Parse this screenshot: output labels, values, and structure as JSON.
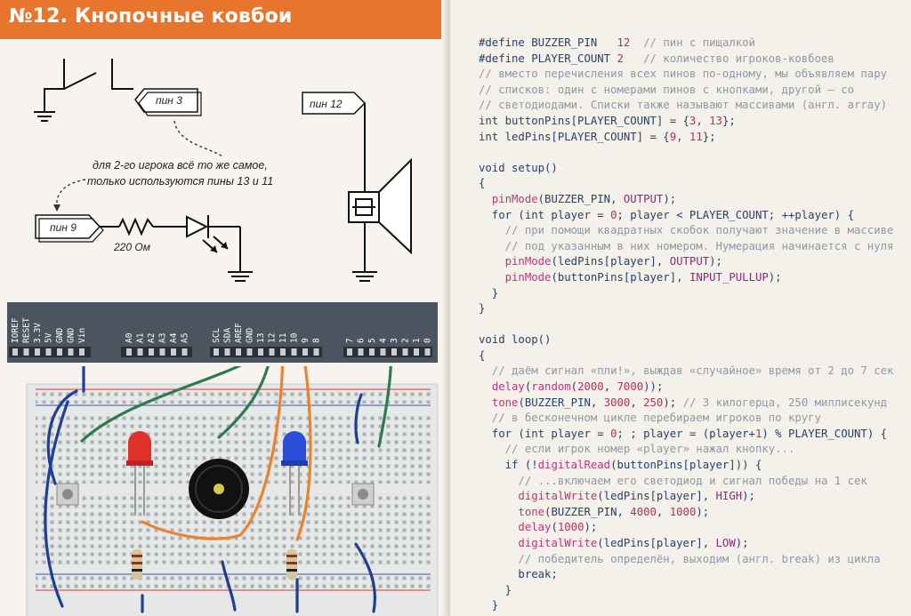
{
  "header": {
    "title": "№12. Кнопочные ковбои"
  },
  "schematic": {
    "pin3_label": "пин 3",
    "pin12_label": "пин 12",
    "pin9_label": "пин 9",
    "resistor_label": "220 Ом",
    "note_line1": "для 2-го игрока всё то же самое,",
    "note_line2": "только используются пины 13 и 11"
  },
  "arduino": {
    "power_pins": [
      "IOREF",
      "RESET",
      "3.3V",
      "5V",
      "GND",
      "GND",
      "Vin"
    ],
    "analog_pins": [
      "A0",
      "A1",
      "A2",
      "A3",
      "A4",
      "A5"
    ],
    "top_pins": [
      "SCL",
      "SDA",
      "AREF",
      "GND",
      "13",
      "12",
      "11",
      "10",
      "9",
      "8"
    ],
    "digital_pins": [
      "7",
      "6",
      "5",
      "4",
      "3",
      "2",
      "1",
      "0"
    ]
  },
  "code_lines": [
    [
      {
        "t": "#define BUZZER_PIN   ",
        "c": "kw"
      },
      {
        "t": "12",
        "c": "num"
      },
      {
        "t": "  // пин с пищалкой",
        "c": "cm"
      }
    ],
    [
      {
        "t": "#define PLAYER_COUNT ",
        "c": "kw"
      },
      {
        "t": "2",
        "c": "num"
      },
      {
        "t": "   // количество игроков-ковбоев",
        "c": "cm"
      }
    ],
    [
      {
        "t": "// вместо перечисления всех пинов по-одному, мы объявляем пару",
        "c": "cm"
      }
    ],
    [
      {
        "t": "// списков: один с номерами пинов с кнопками, другой — со",
        "c": "cm"
      }
    ],
    [
      {
        "t": "// светодиодами. Списки также называют массивами (англ. array)",
        "c": "cm"
      }
    ],
    [
      {
        "t": "int buttonPins[PLAYER_COUNT] = {",
        "c": "kw"
      },
      {
        "t": "3",
        "c": "num"
      },
      {
        "t": ", ",
        "c": "kw"
      },
      {
        "t": "13",
        "c": "num"
      },
      {
        "t": "};",
        "c": "kw"
      }
    ],
    [
      {
        "t": "int ledPins[PLAYER_COUNT] = {",
        "c": "kw"
      },
      {
        "t": "9",
        "c": "num"
      },
      {
        "t": ", ",
        "c": "kw"
      },
      {
        "t": "11",
        "c": "num"
      },
      {
        "t": "};",
        "c": "kw"
      }
    ],
    [],
    [
      {
        "t": "void setup()",
        "c": "kw"
      }
    ],
    [
      {
        "t": "{",
        "c": "kw"
      }
    ],
    [
      {
        "t": "  ",
        "c": "kw"
      },
      {
        "t": "pinMode",
        "c": "fn"
      },
      {
        "t": "(BUZZER_PIN, ",
        "c": "kw"
      },
      {
        "t": "OUTPUT",
        "c": "const"
      },
      {
        "t": ");",
        "c": "kw"
      }
    ],
    [
      {
        "t": "  for (int player = ",
        "c": "kw"
      },
      {
        "t": "0",
        "c": "num"
      },
      {
        "t": "; player < PLAYER_COUNT; ++player) {",
        "c": "kw"
      }
    ],
    [
      {
        "t": "    // при помощи квадратных скобок получают значение в массиве",
        "c": "cm"
      }
    ],
    [
      {
        "t": "    // под указанным в них номером. Нумерация начинается с нуля",
        "c": "cm"
      }
    ],
    [
      {
        "t": "    ",
        "c": "kw"
      },
      {
        "t": "pinMode",
        "c": "fn"
      },
      {
        "t": "(ledPins[player], ",
        "c": "kw"
      },
      {
        "t": "OUTPUT",
        "c": "const"
      },
      {
        "t": ");",
        "c": "kw"
      }
    ],
    [
      {
        "t": "    ",
        "c": "kw"
      },
      {
        "t": "pinMode",
        "c": "fn"
      },
      {
        "t": "(buttonPins[player], ",
        "c": "kw"
      },
      {
        "t": "INPUT_PULLUP",
        "c": "const"
      },
      {
        "t": ");",
        "c": "kw"
      }
    ],
    [
      {
        "t": "  }",
        "c": "kw"
      }
    ],
    [
      {
        "t": "}",
        "c": "kw"
      }
    ],
    [],
    [
      {
        "t": "void loop()",
        "c": "kw"
      }
    ],
    [
      {
        "t": "{",
        "c": "kw"
      }
    ],
    [
      {
        "t": "  // даём сигнал «пли!», выждав «случайное» время от 2 до 7 сек",
        "c": "cm"
      }
    ],
    [
      {
        "t": "  ",
        "c": "kw"
      },
      {
        "t": "delay",
        "c": "fn"
      },
      {
        "t": "(",
        "c": "kw"
      },
      {
        "t": "random",
        "c": "fn"
      },
      {
        "t": "(",
        "c": "kw"
      },
      {
        "t": "2000",
        "c": "num"
      },
      {
        "t": ", ",
        "c": "kw"
      },
      {
        "t": "7000",
        "c": "num"
      },
      {
        "t": "));",
        "c": "kw"
      }
    ],
    [
      {
        "t": "  ",
        "c": "kw"
      },
      {
        "t": "tone",
        "c": "fn"
      },
      {
        "t": "(BUZZER_PIN, ",
        "c": "kw"
      },
      {
        "t": "3000",
        "c": "num"
      },
      {
        "t": ", ",
        "c": "kw"
      },
      {
        "t": "250",
        "c": "num"
      },
      {
        "t": "); ",
        "c": "kw"
      },
      {
        "t": "// 3 килогерца, 250 миллисекунд",
        "c": "cm"
      }
    ],
    [
      {
        "t": "  // в бесконечном цикле перебираем игроков по кругу",
        "c": "cm"
      }
    ],
    [
      {
        "t": "  for (int player = ",
        "c": "kw"
      },
      {
        "t": "0",
        "c": "num"
      },
      {
        "t": "; ; player = (player+",
        "c": "kw"
      },
      {
        "t": "1",
        "c": "num"
      },
      {
        "t": ") % PLAYER_COUNT) {",
        "c": "kw"
      }
    ],
    [
      {
        "t": "    // если игрок номер «player» нажал кнопку...",
        "c": "cm"
      }
    ],
    [
      {
        "t": "    if (!",
        "c": "kw"
      },
      {
        "t": "digitalRead",
        "c": "fn"
      },
      {
        "t": "(buttonPins[player])) {",
        "c": "kw"
      }
    ],
    [
      {
        "t": "      // ...включаем его светодиод и сигнал победы на 1 сек",
        "c": "cm"
      }
    ],
    [
      {
        "t": "      ",
        "c": "kw"
      },
      {
        "t": "digitalWrite",
        "c": "fn"
      },
      {
        "t": "(ledPins[player], ",
        "c": "kw"
      },
      {
        "t": "HIGH",
        "c": "const"
      },
      {
        "t": ");",
        "c": "kw"
      }
    ],
    [
      {
        "t": "      ",
        "c": "kw"
      },
      {
        "t": "tone",
        "c": "fn"
      },
      {
        "t": "(BUZZER_PIN, ",
        "c": "kw"
      },
      {
        "t": "4000",
        "c": "num"
      },
      {
        "t": ", ",
        "c": "kw"
      },
      {
        "t": "1000",
        "c": "num"
      },
      {
        "t": ");",
        "c": "kw"
      }
    ],
    [
      {
        "t": "      ",
        "c": "kw"
      },
      {
        "t": "delay",
        "c": "fn"
      },
      {
        "t": "(",
        "c": "kw"
      },
      {
        "t": "1000",
        "c": "num"
      },
      {
        "t": ");",
        "c": "kw"
      }
    ],
    [
      {
        "t": "      ",
        "c": "kw"
      },
      {
        "t": "digitalWrite",
        "c": "fn"
      },
      {
        "t": "(ledPins[player], ",
        "c": "kw"
      },
      {
        "t": "LOW",
        "c": "const"
      },
      {
        "t": ");",
        "c": "kw"
      }
    ],
    [
      {
        "t": "      // победитель определён, выходим (англ. break) из цикла",
        "c": "cm"
      }
    ],
    [
      {
        "t": "      break;",
        "c": "kw"
      }
    ],
    [
      {
        "t": "    }",
        "c": "kw"
      }
    ],
    [
      {
        "t": "  }",
        "c": "kw"
      }
    ],
    [
      {
        "t": "}",
        "c": "kw"
      }
    ]
  ],
  "colors": {
    "header": "#e8752d",
    "wire_blue": "#1f3f8f",
    "wire_green": "#2f7a4f",
    "wire_orange": "#e9832f",
    "led_red": "#e0302a",
    "led_blue": "#2a4fd6",
    "board": "#4b5560"
  }
}
